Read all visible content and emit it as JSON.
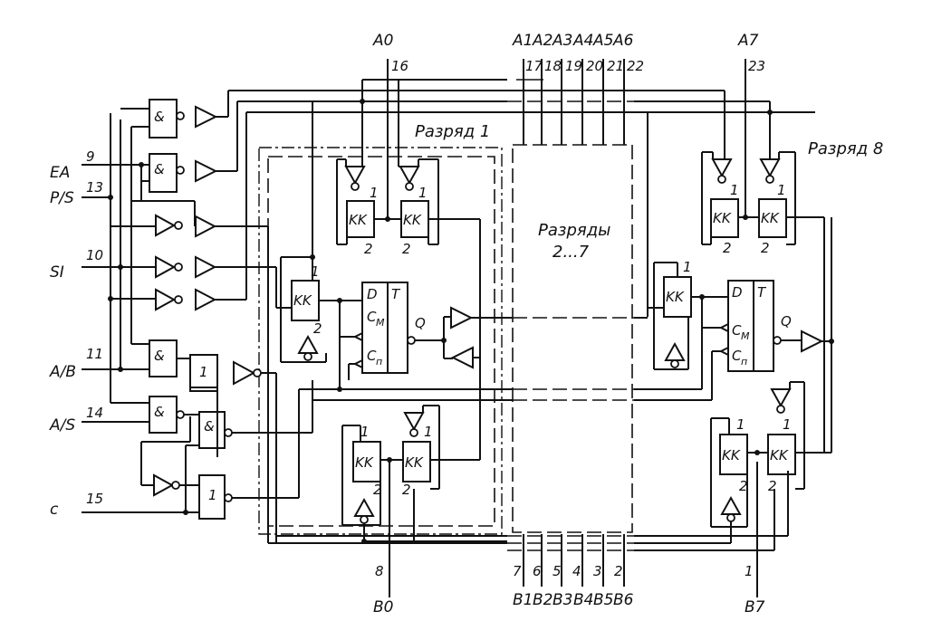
{
  "inputs": {
    "ea": {
      "label": "EA",
      "pin": "9"
    },
    "ps": {
      "label": "P/S",
      "pin": "13"
    },
    "si": {
      "label": "SI",
      "pin": "10"
    },
    "ab": {
      "label": "A/B",
      "pin": "11"
    },
    "as": {
      "label": "A/S",
      "pin": "14"
    },
    "c": {
      "label": "c",
      "pin": "15"
    }
  },
  "top_ports": [
    {
      "label": "A0",
      "pin": "16"
    },
    {
      "label": "A1",
      "pin": "17"
    },
    {
      "label": "A2",
      "pin": "18"
    },
    {
      "label": "A3",
      "pin": "19"
    },
    {
      "label": "A4",
      "pin": "20"
    },
    {
      "label": "A5",
      "pin": "21"
    },
    {
      "label": "A6",
      "pin": "22"
    },
    {
      "label": "A7",
      "pin": "23"
    }
  ],
  "bottom_ports": [
    {
      "label": "B0",
      "pin": "8"
    },
    {
      "label": "B1",
      "pin": "7"
    },
    {
      "label": "B2",
      "pin": "6"
    },
    {
      "label": "B3",
      "pin": "5"
    },
    {
      "label": "B4",
      "pin": "4"
    },
    {
      "label": "B5",
      "pin": "3"
    },
    {
      "label": "B6",
      "pin": "2"
    },
    {
      "label": "B7",
      "pin": "1"
    }
  ],
  "blocks": {
    "bit1": "Разряд 1",
    "bits_mid_line1": "Разряды",
    "bits_mid_line2": "2...7",
    "bit8": "Разряд 8"
  },
  "glyphs": {
    "and": "&",
    "or": "1",
    "kk": "KK",
    "pin1": "1",
    "pin2": "2",
    "d": "D",
    "t": "T",
    "cm": "C",
    "cm_sub": "M",
    "cn": "C",
    "cn_sub": "п",
    "q": "Q"
  }
}
